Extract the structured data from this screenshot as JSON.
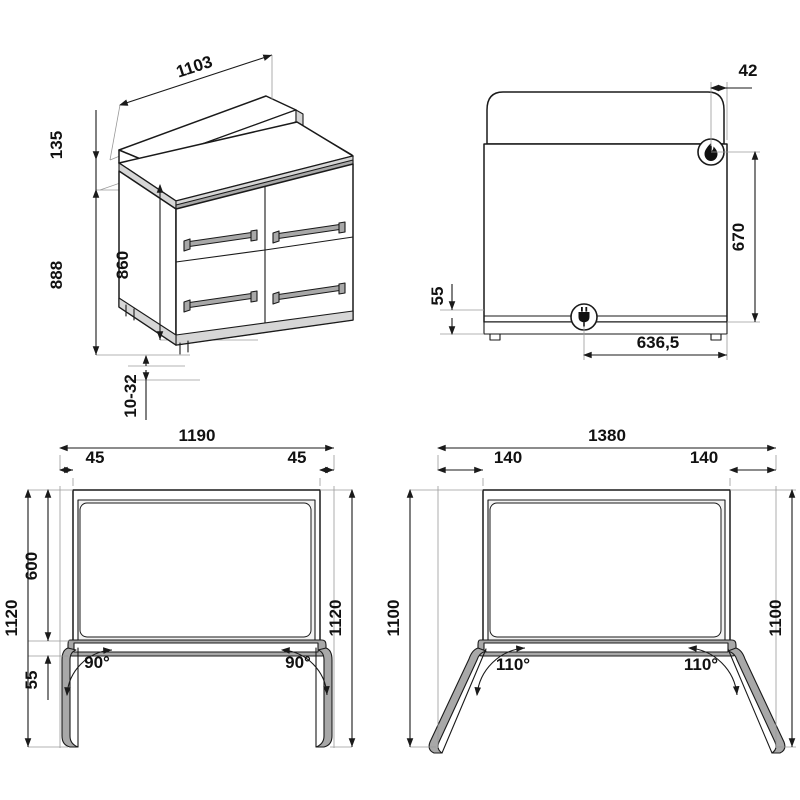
{
  "drawing": {
    "title": "Range cooker installation dimension drawing",
    "units": "mm",
    "views": [
      {
        "id": "iso",
        "name": "isometric-view",
        "label": ""
      },
      {
        "id": "side",
        "name": "side-view",
        "label": ""
      },
      {
        "id": "plan90",
        "name": "plan-view-doors-90",
        "label": ""
      },
      {
        "id": "plan110",
        "name": "plan-view-doors-110",
        "label": ""
      }
    ]
  },
  "iso_view": {
    "dimensions": {
      "top_width": "1103",
      "backsplash_height": "135",
      "total_height": "888",
      "worktop_height": "860",
      "foot_adjust": "10-32"
    }
  },
  "side_view": {
    "dimensions": {
      "gas_inlet_from_back": "42",
      "gas_inlet_height": "670",
      "power_inlet_height": "55",
      "power_inlet_from_front": "636,5"
    },
    "icons": {
      "gas": "flame-icon",
      "power": "plug-icon"
    }
  },
  "plan90_view": {
    "dimensions": {
      "overall_depth": "1190",
      "left_offset": "45",
      "right_offset": "45",
      "height_left": "1120",
      "height_right": "1120",
      "cavity_height": "600",
      "base_height": "55",
      "angle_left": "90°",
      "angle_right": "90°"
    }
  },
  "plan110_view": {
    "dimensions": {
      "overall_depth": "1380",
      "left_offset": "140",
      "right_offset": "140",
      "height_left": "1100",
      "height_right": "1100",
      "angle_left": "110°",
      "angle_right": "110°"
    }
  },
  "colors": {
    "line": "#1a1a1a",
    "thin_line": "#8c8c8c",
    "fill_light": "#ffffff",
    "fill_mid": "#d9d9d9",
    "fill_dark": "#a6a6a6",
    "text": "#111111"
  }
}
